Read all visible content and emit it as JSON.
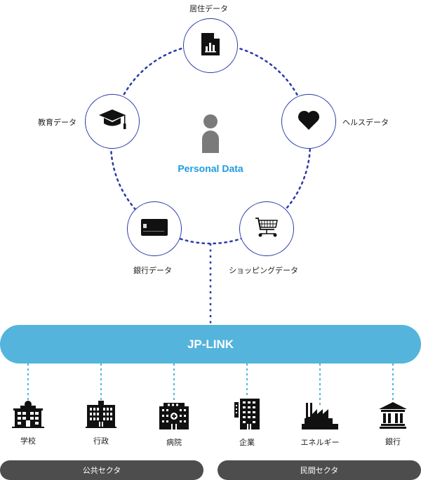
{
  "center": {
    "label": "Personal Data",
    "icon": "person-icon"
  },
  "data_nodes": [
    {
      "label": "居住データ",
      "icon": "document-chart-icon"
    },
    {
      "label": "教育データ",
      "icon": "graduation-cap-icon"
    },
    {
      "label": "ヘルスデータ",
      "icon": "heart-icon"
    },
    {
      "label": "銀行データ",
      "icon": "credit-card-icon"
    },
    {
      "label": "ショッピングデータ",
      "icon": "shopping-cart-icon"
    }
  ],
  "hub": {
    "label": "JP-LINK"
  },
  "entities": [
    {
      "label": "学校",
      "icon": "school-icon"
    },
    {
      "label": "行政",
      "icon": "government-building-icon"
    },
    {
      "label": "病院",
      "icon": "hospital-icon"
    },
    {
      "label": "企業",
      "icon": "office-building-icon"
    },
    {
      "label": "エネルギー",
      "icon": "factory-icon"
    },
    {
      "label": "銀行",
      "icon": "bank-icon"
    }
  ],
  "sectors": [
    {
      "label": "公共セクタ"
    },
    {
      "label": "民間セクタ"
    }
  ],
  "colors": {
    "accent": "#1e9be0",
    "hub": "#54b4dc",
    "ring": "#2a3aa8",
    "sector": "#4d4d4d"
  }
}
